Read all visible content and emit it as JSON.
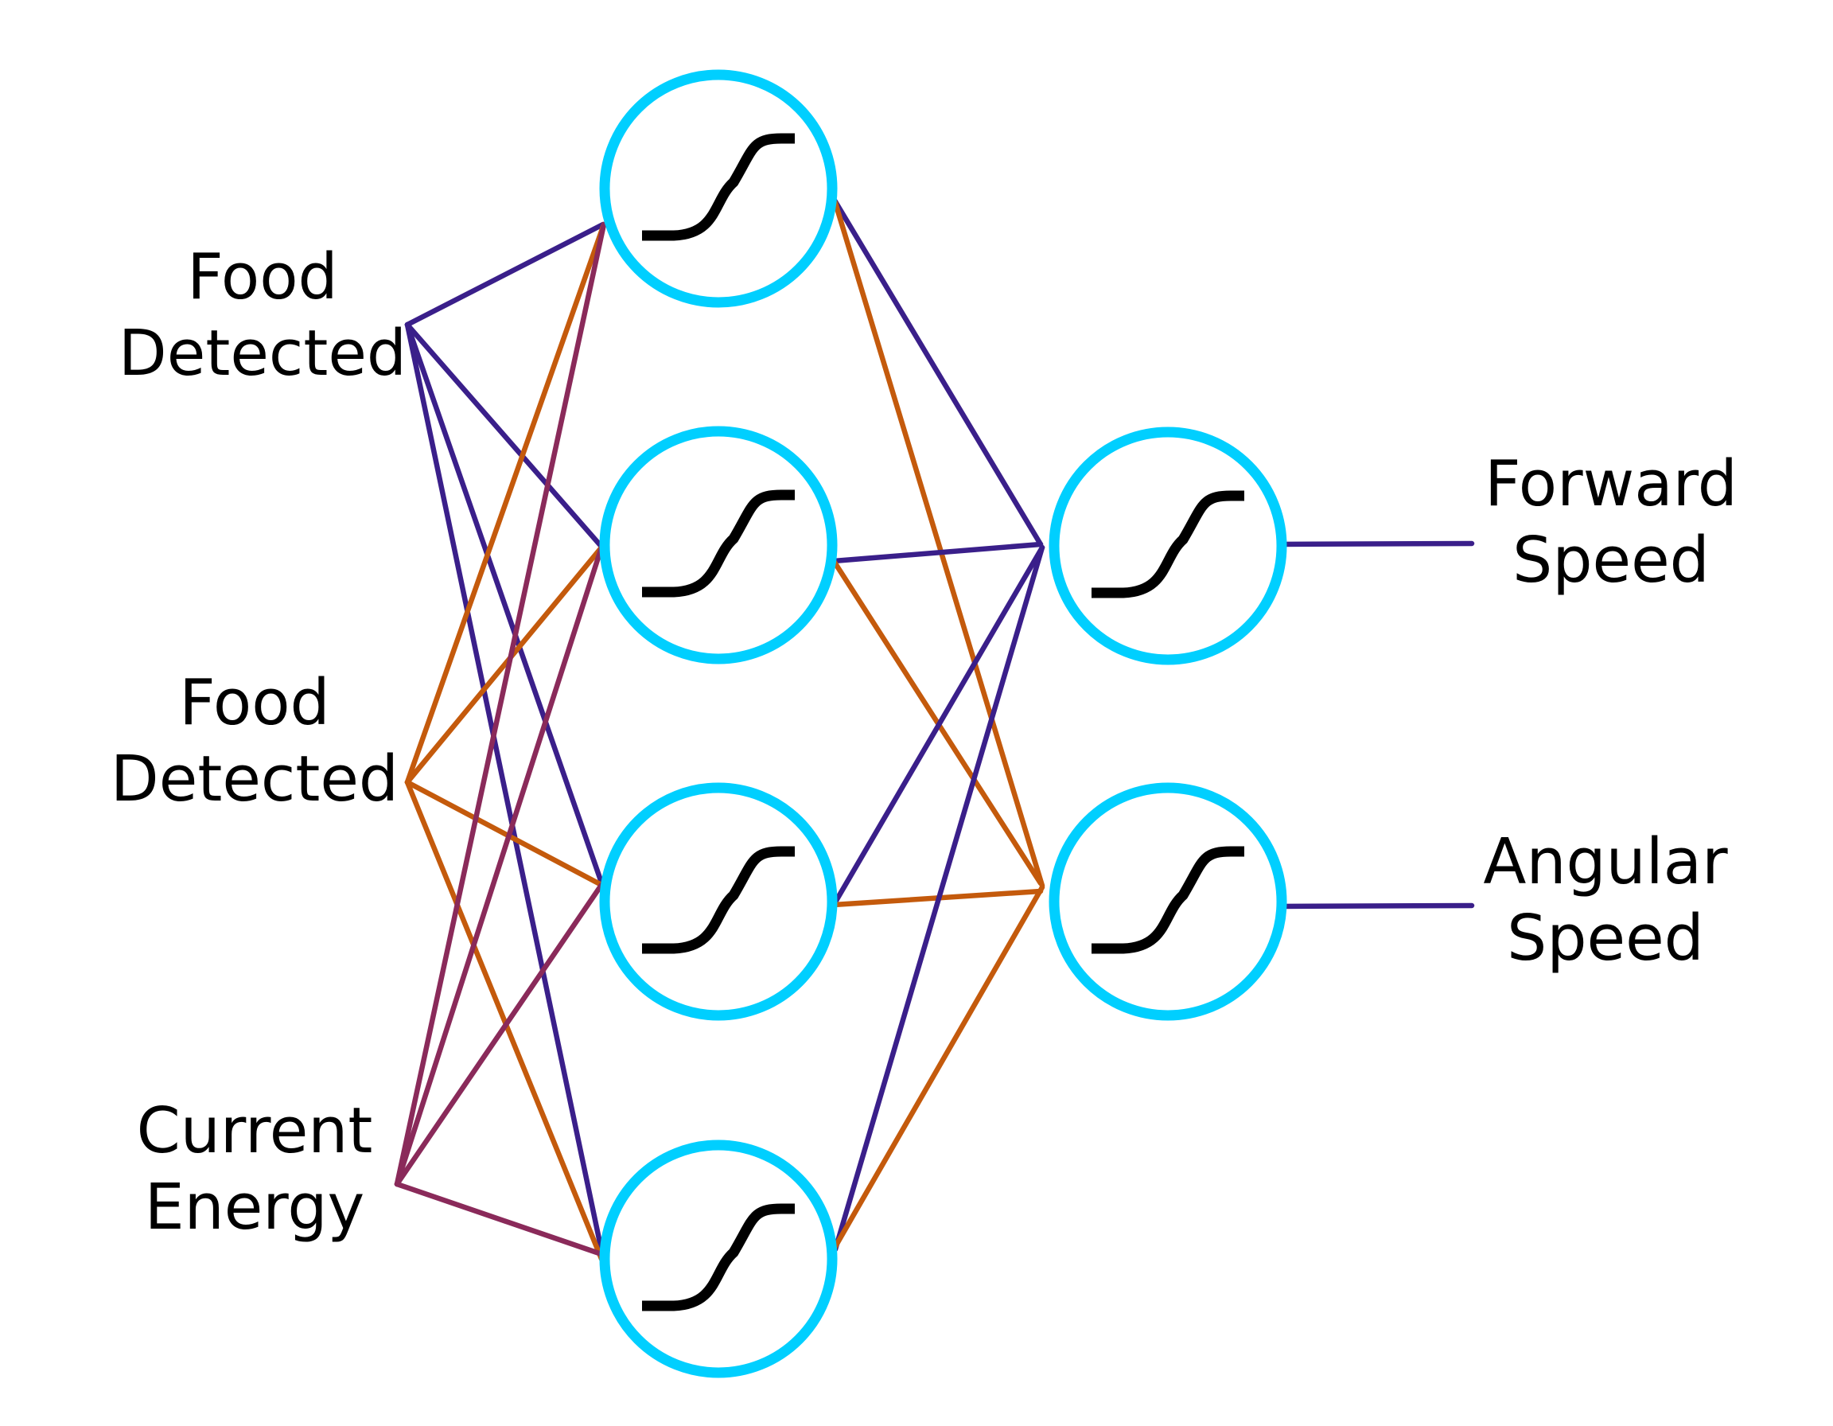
{
  "inputs": [
    {
      "line1": "Food",
      "line2": "Detected"
    },
    {
      "line1": "Food",
      "line2": "Detected"
    },
    {
      "line1": "Current",
      "line2": "Energy"
    }
  ],
  "outputs": [
    {
      "line1": "Forward",
      "line2": "Speed"
    },
    {
      "line1": "Angular",
      "line2": "Speed"
    }
  ],
  "node_icon": "sigmoid-icon",
  "colors": {
    "node_ring": "#00CFFF",
    "from_input_1": "#3A1F8A",
    "from_input_2": "#C45A0C",
    "from_input_3": "#8A2A5A",
    "from_hidden_a": "#3A1F8A",
    "from_hidden_b": "#C45A0C",
    "output_line": "#3A1F8A",
    "sigmoid": "#000000"
  }
}
